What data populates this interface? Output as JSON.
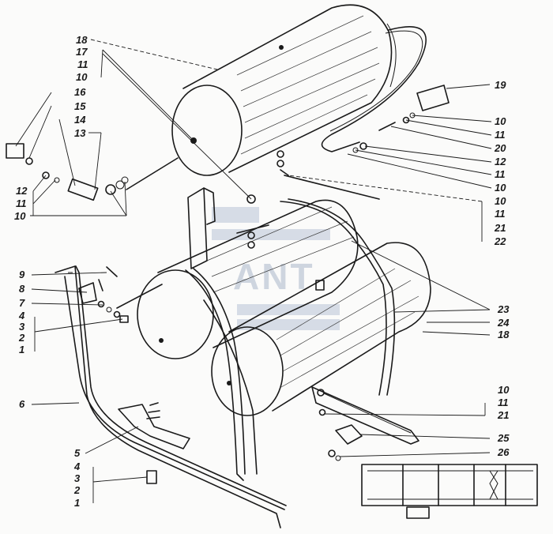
{
  "diagram": {
    "watermark_text": "ANT",
    "callouts": {
      "n18a": "18",
      "n17": "17",
      "n11a": "11",
      "n10a": "10",
      "n16": "16",
      "n15": "15",
      "n14": "14",
      "n13": "13",
      "n12a": "12",
      "n11b": "11",
      "n10b": "10",
      "n19": "19",
      "n10c": "10",
      "n11c": "11",
      "n20": "20",
      "n12b": "12",
      "n11d": "11",
      "n10d": "10",
      "n10e": "10",
      "n11e": "11",
      "n21a": "21",
      "n22": "22",
      "n9": "9",
      "n8": "8",
      "n7": "7",
      "n4a": "4",
      "n3a": "3",
      "n2a": "2",
      "n1a": "1",
      "n23": "23",
      "n24": "24",
      "n18b": "18",
      "n6": "6",
      "n10f": "10",
      "n11f": "11",
      "n21b": "21",
      "n25": "25",
      "n26": "26",
      "n5": "5",
      "n4b": "4",
      "n3b": "3",
      "n2b": "2",
      "n1b": "1"
    }
  }
}
